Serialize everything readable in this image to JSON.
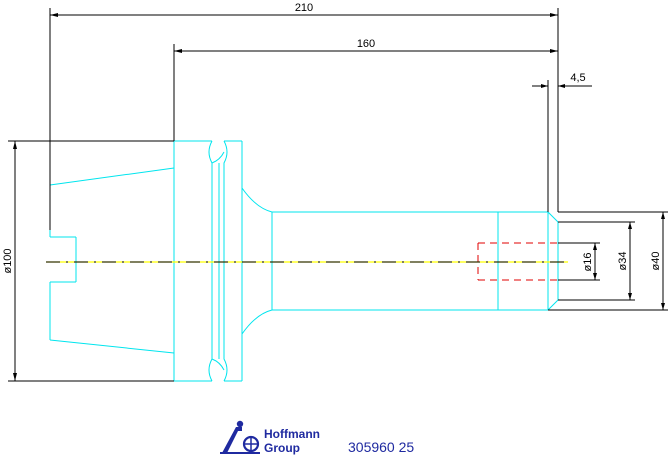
{
  "dimensions": {
    "overall_length": "210",
    "gauge_length": "160",
    "end_offset": "4,5",
    "flange_diameter": "ø100",
    "bore_diameter": "ø16",
    "shank_diameter": "ø34",
    "nose_diameter": "ø40"
  },
  "logo": {
    "line1": "Hoffmann",
    "line2": "Group"
  },
  "part_number": "305960 25",
  "colors": {
    "outline": "#00e5ee",
    "dimension": "#000000",
    "centerline": "#ffff00",
    "hidden_bore": "#e00000",
    "brand": "#1f2aa0"
  }
}
